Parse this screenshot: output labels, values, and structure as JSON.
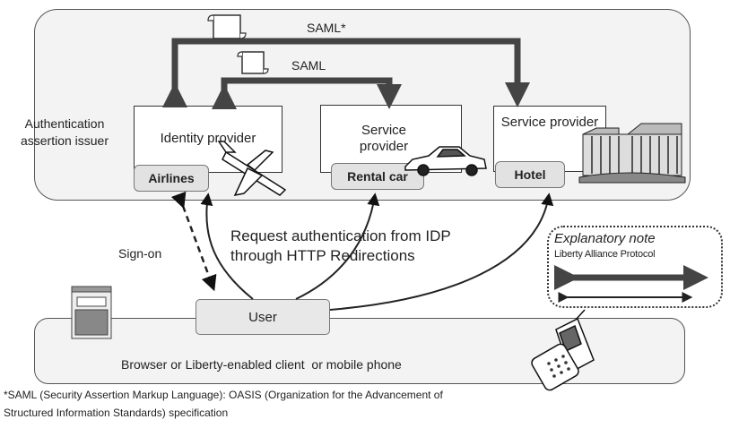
{
  "top_panel": {
    "issuer_label": "Authentication assertion issuer"
  },
  "providers": {
    "identity": {
      "label": "Identity provider",
      "tag": "Airlines"
    },
    "service_car": {
      "label": "Service provider",
      "tag": "Rental car"
    },
    "service_hotel": {
      "label": "Service provider",
      "tag": "Hotel"
    }
  },
  "arrows": {
    "saml_outer": "SAML*",
    "saml_inner": "SAML",
    "sign_on": "Sign-on",
    "redirect_line1": "Request authentication from IDP",
    "redirect_line2": "through HTTP Redirections"
  },
  "note": {
    "title": "Explanatory note",
    "protocol": "Liberty Alliance Protocol"
  },
  "user_panel": {
    "user_label": "User",
    "client_label": "Browser or Liberty-enabled client  or mobile phone"
  },
  "footnote": {
    "line1": "*SAML (Security Assertion Markup Language): OASIS (Organization for the Advancement of",
    "line2": "Structured Information Standards) specification"
  },
  "icons": [
    "document-icon",
    "airplane-icon",
    "car-icon",
    "hotel-building-icon",
    "browser-window-icon",
    "mobile-phone-icon"
  ]
}
